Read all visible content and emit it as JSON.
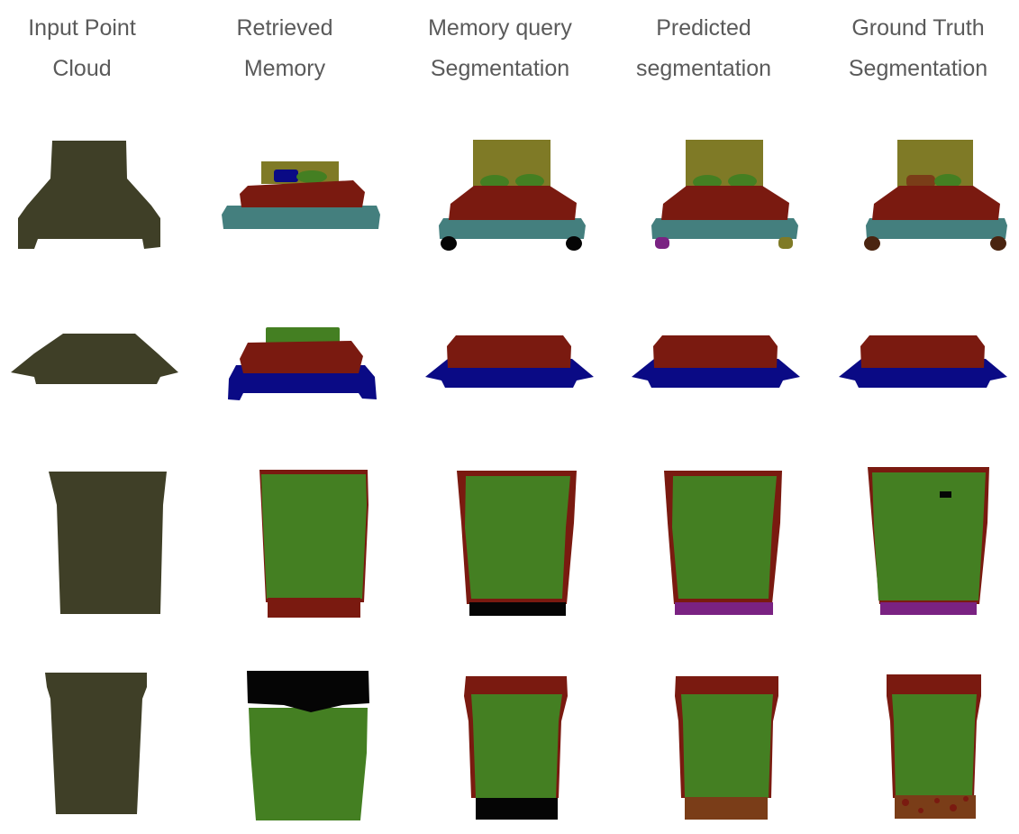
{
  "columns": [
    {
      "line1": "Input Point",
      "line2": "Cloud"
    },
    {
      "line1": "Retrieved",
      "line2": "Memory"
    },
    {
      "line1": "Memory query",
      "line2": "Segmentation"
    },
    {
      "line1": "Predicted",
      "line2": "segmentation"
    },
    {
      "line1": "Ground Truth",
      "line2": "Segmentation"
    }
  ],
  "rows": [
    "bed-front",
    "bed-low",
    "bin-a",
    "bin-b"
  ],
  "colors": {
    "input": "#3f3f27",
    "teal": "#447f7e",
    "olive": "#7f7a26",
    "red": "#7a1a10",
    "green": "#447f22",
    "navy": "#0a0a85",
    "black": "#050505",
    "purple": "#7a2282",
    "brown": "#7a3d18",
    "darkbrown": "#4a2410"
  }
}
